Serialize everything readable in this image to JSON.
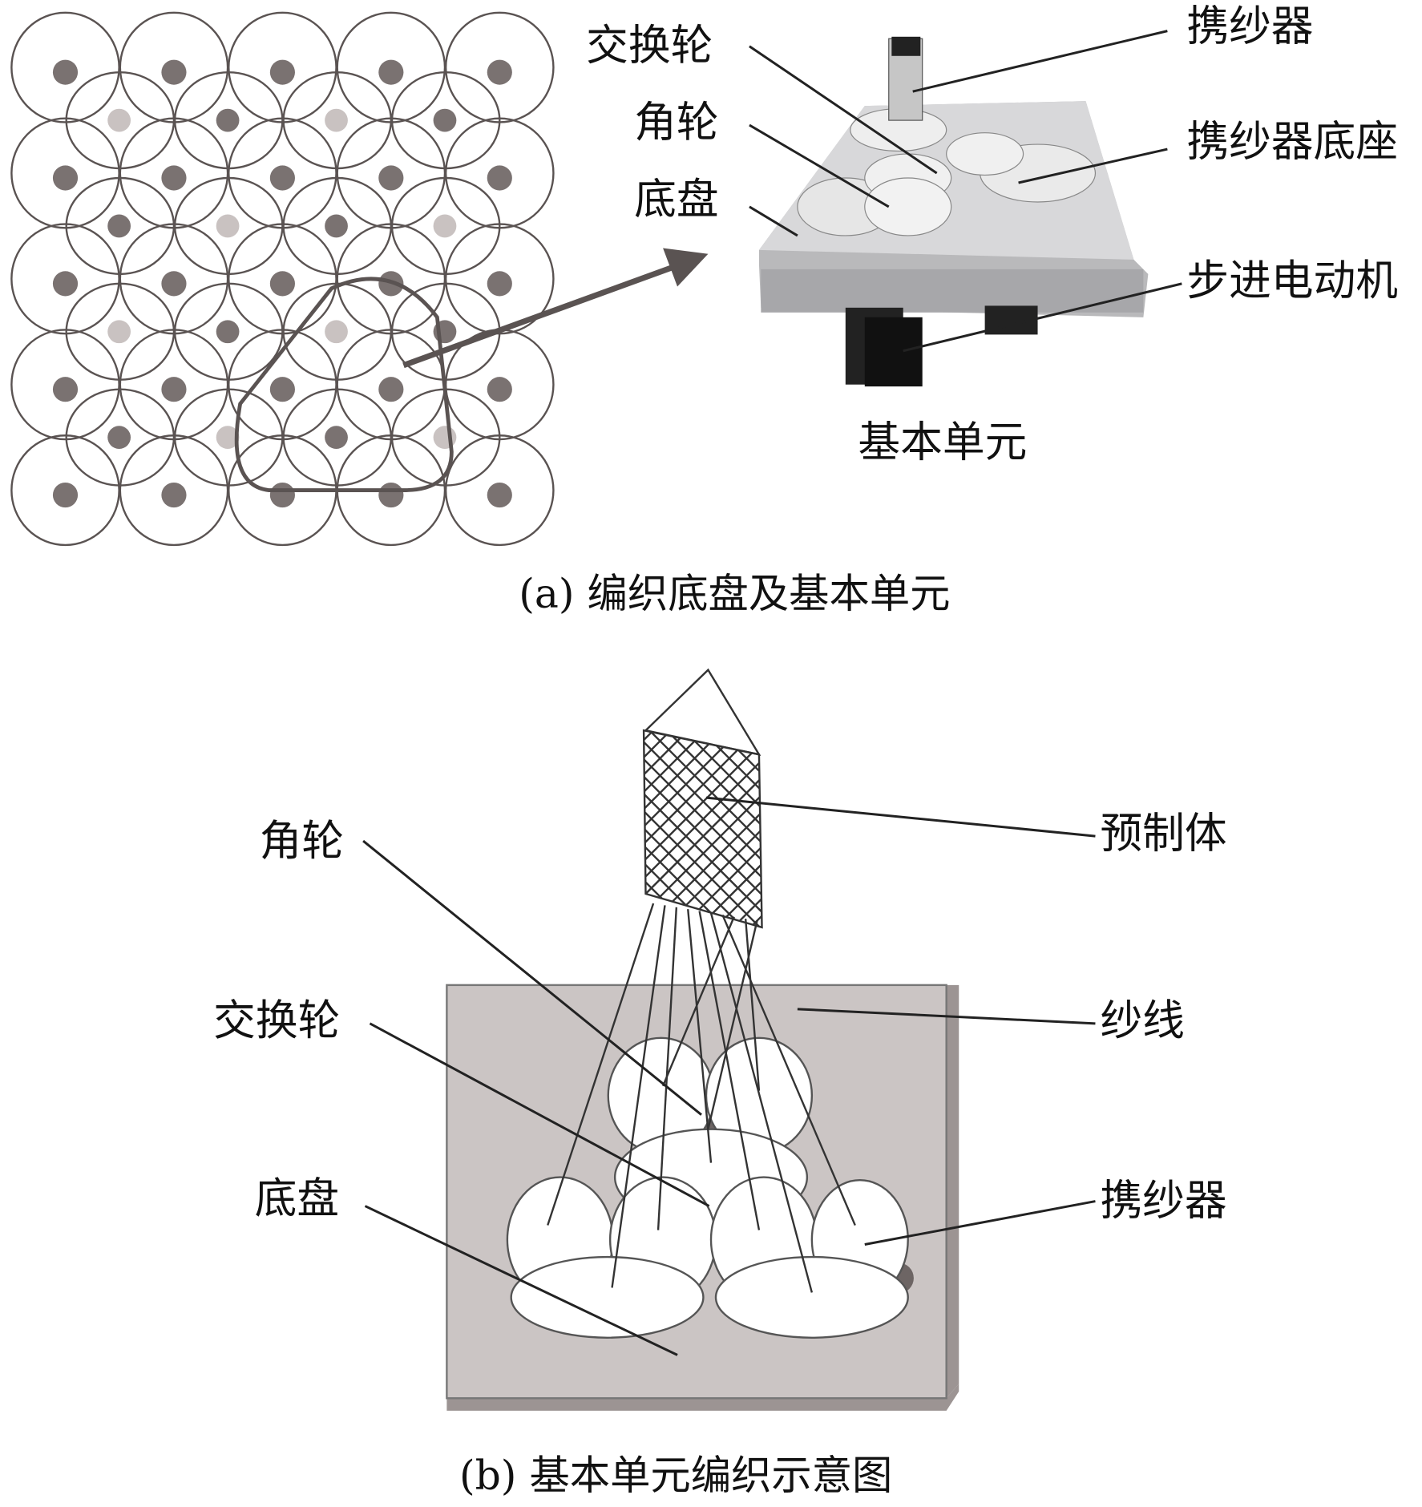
{
  "part_a": {
    "labels": {
      "exchange_wheel": "交换轮",
      "horn_gear": "角轮",
      "chassis": "底盘",
      "carrier": "携纱器",
      "carrier_base": "携纱器底座",
      "stepper_motor": "步进电动机",
      "basic_unit": "基本单元"
    },
    "caption": "(a) 编织底盘及基本单元"
  },
  "part_b": {
    "labels": {
      "horn_gear": "角轮",
      "preform": "预制体",
      "exchange_wheel": "交换轮",
      "yarn": "纱线",
      "chassis": "底盘",
      "carrier": "携纱器"
    },
    "caption": "(b) 基本单元编织示意图"
  },
  "colors": {
    "dark_gray": "#7a7271",
    "light_gray": "#c9c2c1",
    "line": "#5a5352"
  }
}
